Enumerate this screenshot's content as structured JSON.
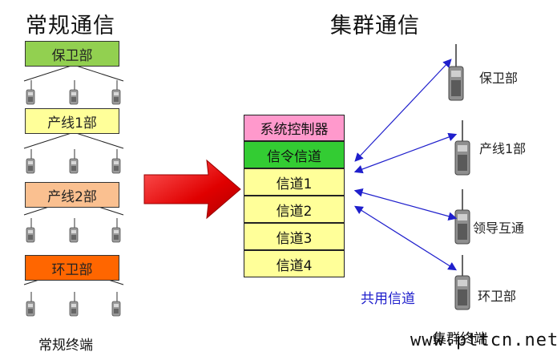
{
  "conventional": {
    "title": "常规通信",
    "departments": [
      {
        "label": "保卫部",
        "color": "#92d050"
      },
      {
        "label": "产线1部",
        "color": "#ffff99"
      },
      {
        "label": "产线2部",
        "color": "#fac090"
      },
      {
        "label": "环卫部",
        "color": "#ff6600"
      }
    ],
    "footer": "常规终端"
  },
  "trunking": {
    "title": "集群通信",
    "controller": {
      "label": "系统控制器",
      "color": "#ff99cc"
    },
    "signal_channel": {
      "label": "信令信道",
      "color": "#33cc33"
    },
    "channels": [
      {
        "label": "信道1",
        "color": "#ffff99"
      },
      {
        "label": "信道2",
        "color": "#ffff99"
      },
      {
        "label": "信道3",
        "color": "#ffff99"
      },
      {
        "label": "信道4",
        "color": "#ffff99"
      }
    ],
    "terminals": [
      "保卫部",
      "产线1部",
      "领导互通",
      "环卫部"
    ],
    "shared_channel_label": "共用信道",
    "footer": "集群终端"
  },
  "watermark": "www.pttcn.net",
  "colors": {
    "arrow": "#ff0000",
    "link": "#1f1fcc",
    "shared_label": "#1f1fcc"
  }
}
